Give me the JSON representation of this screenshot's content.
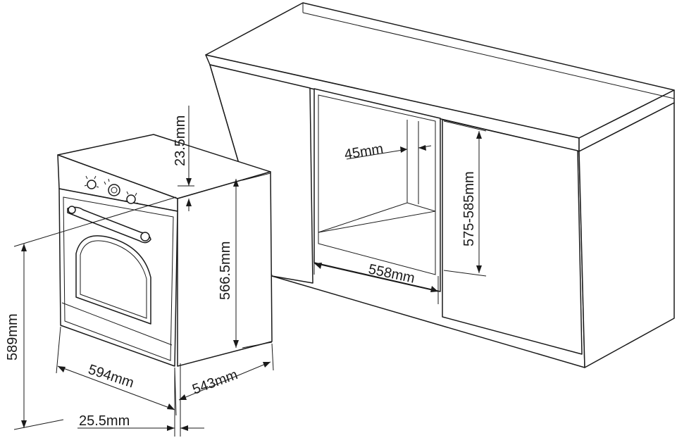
{
  "dimensions": {
    "cabinet_depth_gap": "45mm",
    "cutout_height": "575-585mm",
    "cutout_width": "558mm",
    "panel_height": "23.5mm",
    "body_height": "566.5mm",
    "overall_height": "589mm",
    "width": "594mm",
    "depth": "543mm",
    "front_offset": "25.5mm"
  },
  "colors": {
    "line": "#1a1a1a",
    "background": "#ffffff"
  }
}
